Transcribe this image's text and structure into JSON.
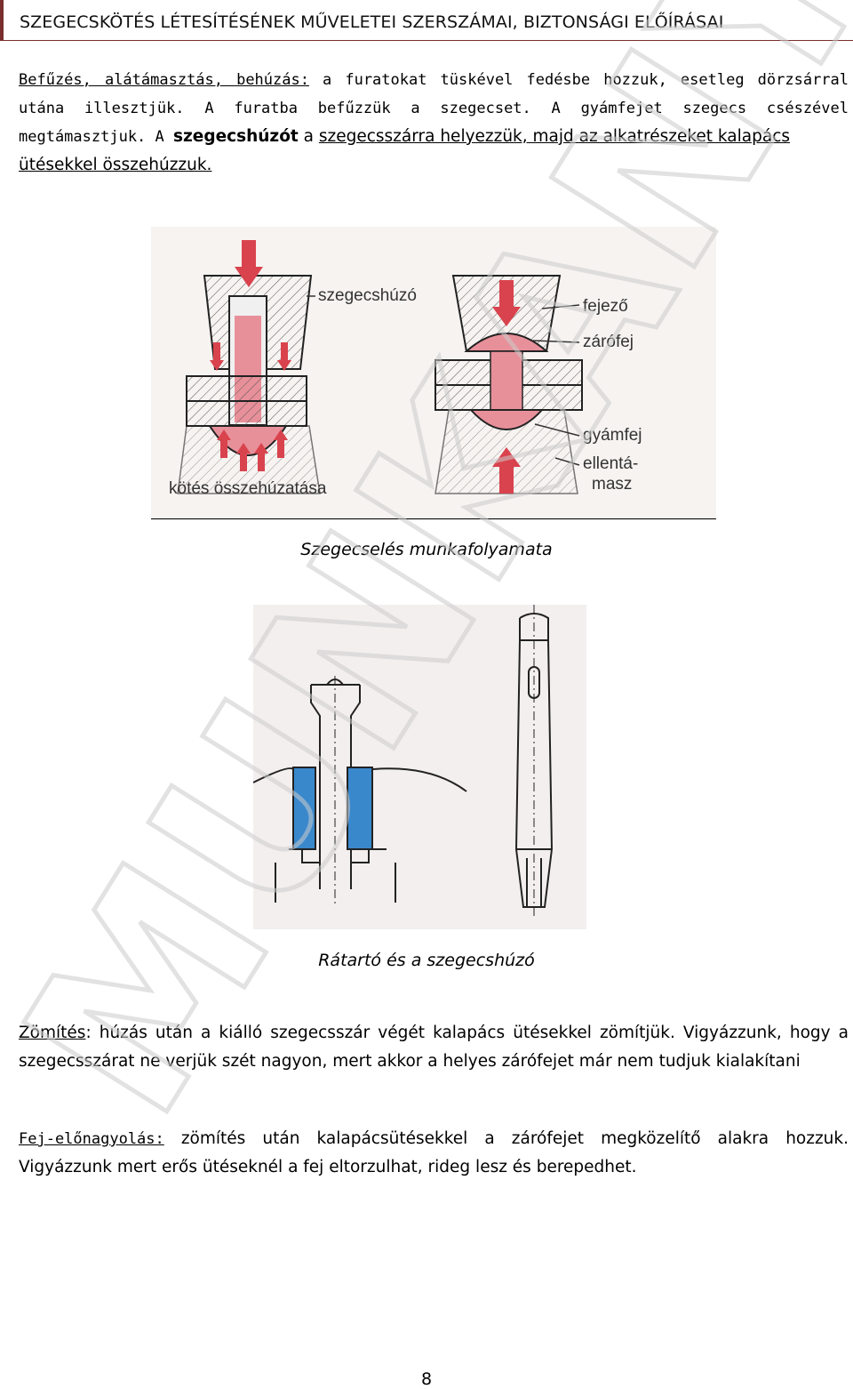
{
  "header": {
    "title": "SZEGECSKÖTÉS LÉTESÍTÉSÉNEK MŰVELETEI SZERSZÁMAI, BIZTONSÁGI ELŐÍRÁSAI"
  },
  "p1": {
    "term": "Befűzés, alátámasztás, behúzás:",
    "t1": " a furatokat tüskével fedésbe hozzuk, esetleg dörzsárral utána illesztjük. A furatba befűzzük  a szegecset. A gyámfejet szegecs csészével megtámasztjuk. A ",
    "bold": "szegecshúzót",
    "t2": " a ",
    "u1": "szegecsszárra helyezzük, majd az alkatrészeket kalapács",
    "u2": "ütésekkel összehúzzuk."
  },
  "fig1": {
    "label_puller": "szegecshúzó",
    "label_header": "fejező",
    "label_closing": "zárófej",
    "label_support_head": "gyámfej",
    "label_counter1": "ellentá-",
    "label_counter2": "masz",
    "label_tighten": "kötés összehúzatása",
    "caption": "Szegecselés munkafolyamata"
  },
  "fig2": {
    "caption": "Rátartó és a szegecshúzó"
  },
  "p2": {
    "term": "Zömítés",
    "t1": ": húzás után a kiálló szegecsszár végét kalapács ütésekkel zömítjük. Vigyázzunk, hogy a szegecsszárat ne verjük szét nagyon, mert akkor a helyes zárófejet már nem tudjuk kialakítani"
  },
  "p3": {
    "term": "Fej-előnagyolás:",
    "t1": " zömítés után kalapácsütésekkel a zárófejet megközelítő alakra hozzuk. Vigyázzunk mert erős ütéseknél a fej eltorzulhat, rideg lesz és berepedhet."
  },
  "watermark": {
    "text": "MUNKANYAG"
  },
  "page_number": "8",
  "colors": {
    "rivet": "#e8909a",
    "arrow": "#d9434d",
    "blue": "#3a88cc",
    "header_bar": "#7a2e2e"
  }
}
